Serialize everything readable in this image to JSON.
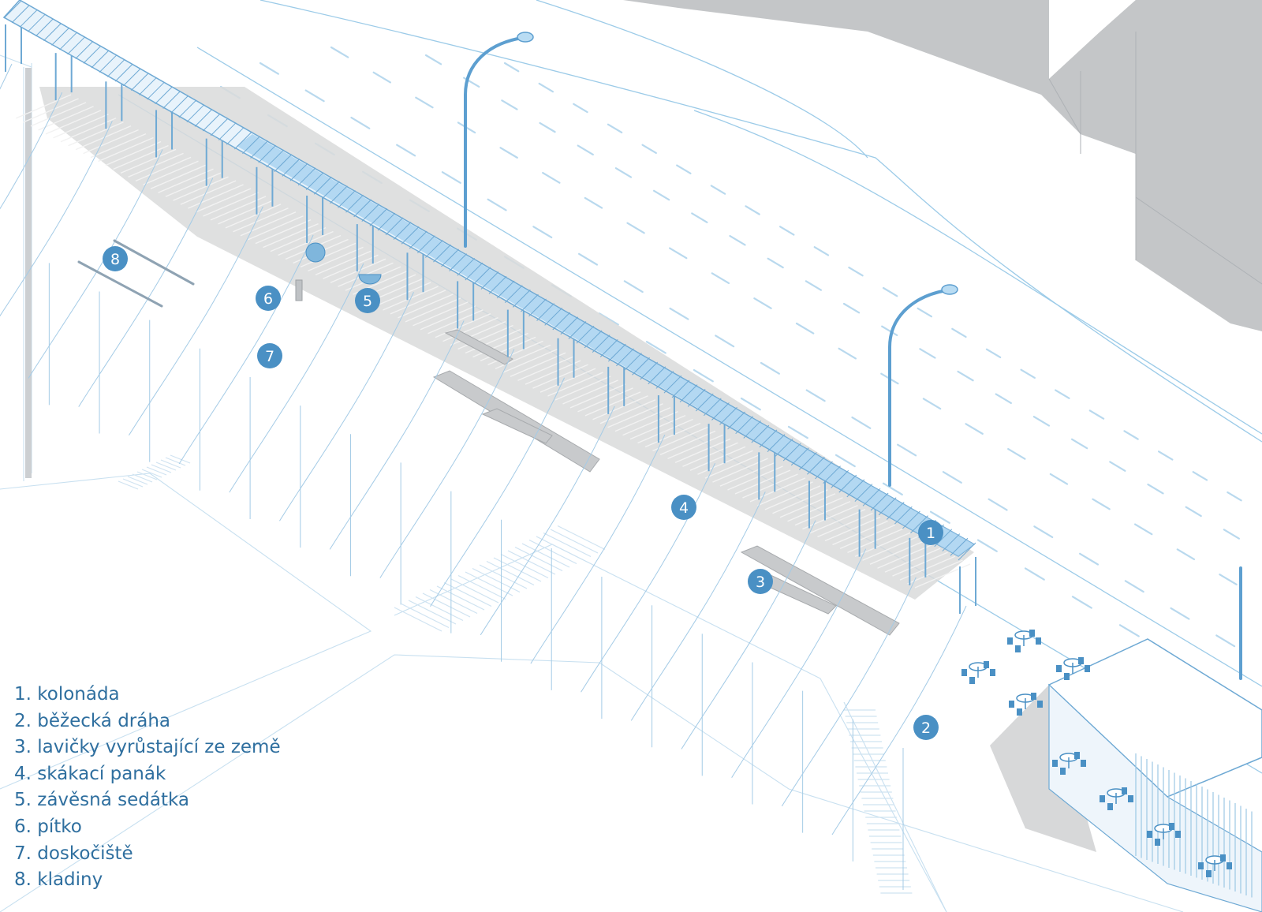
{
  "colors": {
    "marker_fill": "#4a90c4",
    "marker_text": "#ffffff",
    "legend_text": "#2f6f9f",
    "line_pale": "#b9d9ee",
    "line_mid": "#7fb6dc",
    "roof_fill": "#a9d2f0",
    "shadow_gray": "#c9cbcd",
    "building_gray": "#c4c6c8"
  },
  "markers": [
    {
      "id": "1",
      "label": "1"
    },
    {
      "id": "2",
      "label": "2"
    },
    {
      "id": "3",
      "label": "3"
    },
    {
      "id": "4",
      "label": "4"
    },
    {
      "id": "5",
      "label": "5"
    },
    {
      "id": "6",
      "label": "6"
    },
    {
      "id": "7",
      "label": "7"
    },
    {
      "id": "8",
      "label": "8"
    }
  ],
  "legend": [
    "1. kolonáda",
    "2. běžecká dráha",
    "3. lavičky vyrůstající ze země",
    "4. skákací panák",
    "5. závěsná sedátka",
    "6. pítko",
    "7. doskočiště",
    "8. kladiny"
  ]
}
